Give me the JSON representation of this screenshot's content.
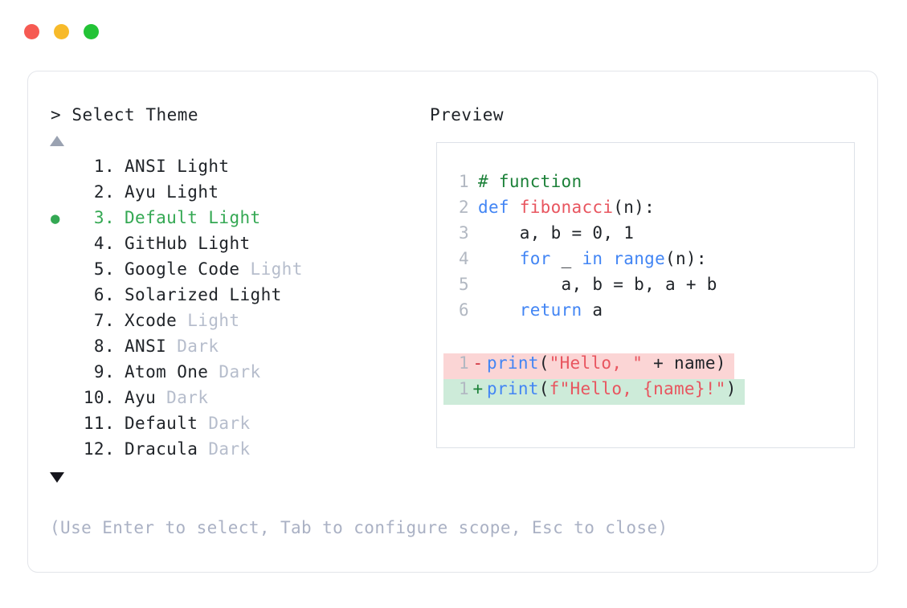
{
  "window": {
    "dots": [
      {
        "name": "close",
        "color": "#f65a52"
      },
      {
        "name": "minimize",
        "color": "#f7ba2a"
      },
      {
        "name": "maximize",
        "color": "#23c336"
      }
    ]
  },
  "prompt": {
    "caret": ">",
    "title": "Select Theme",
    "scroll_up_icon": "triangle-up-icon",
    "scroll_down_icon": "triangle-down-icon",
    "selected_index": 3,
    "selected_bullet": "●"
  },
  "themes": [
    {
      "num": "1.",
      "name": "ANSI",
      "suffix": " Light",
      "dim": false,
      "selected": false
    },
    {
      "num": "2.",
      "name": "Ayu",
      "suffix": " Light",
      "dim": false,
      "selected": false
    },
    {
      "num": "3.",
      "name": "Default",
      "suffix": " Light",
      "dim": false,
      "selected": true
    },
    {
      "num": "4.",
      "name": "GitHub",
      "suffix": " Light",
      "dim": false,
      "selected": false
    },
    {
      "num": "5.",
      "name": "Google Code",
      "suffix": " Light",
      "dim": true,
      "selected": false
    },
    {
      "num": "6.",
      "name": "Solarized",
      "suffix": " Light",
      "dim": false,
      "selected": false
    },
    {
      "num": "7.",
      "name": "Xcode",
      "suffix": " Light",
      "dim": true,
      "selected": false
    },
    {
      "num": "8.",
      "name": "ANSI",
      "suffix": " Dark",
      "dim": true,
      "selected": false
    },
    {
      "num": "9.",
      "name": "Atom One",
      "suffix": " Dark",
      "dim": true,
      "selected": false
    },
    {
      "num": "10.",
      "name": "Ayu",
      "suffix": " Dark",
      "dim": true,
      "selected": false
    },
    {
      "num": "11.",
      "name": "Default",
      "suffix": " Dark",
      "dim": true,
      "selected": false
    },
    {
      "num": "12.",
      "name": "Dracula",
      "suffix": " Dark",
      "dim": true,
      "selected": false
    }
  ],
  "footer": {
    "hint": "(Use Enter to select, Tab to configure scope, Esc to close)"
  },
  "preview": {
    "title": "Preview",
    "code_lines": [
      {
        "ln": "1",
        "tokens": [
          {
            "t": "# function",
            "c": "comment"
          }
        ]
      },
      {
        "ln": "2",
        "tokens": [
          {
            "t": "def ",
            "c": "kw"
          },
          {
            "t": "fibonacci",
            "c": "fn"
          },
          {
            "t": "(n):",
            "c": "plain"
          }
        ]
      },
      {
        "ln": "3",
        "tokens": [
          {
            "t": "    a, b = 0, 1",
            "c": "plain"
          }
        ]
      },
      {
        "ln": "4",
        "tokens": [
          {
            "t": "    ",
            "c": "plain"
          },
          {
            "t": "for",
            "c": "kw"
          },
          {
            "t": " _ ",
            "c": "plain"
          },
          {
            "t": "in",
            "c": "kw"
          },
          {
            "t": " ",
            "c": "plain"
          },
          {
            "t": "range",
            "c": "kw"
          },
          {
            "t": "(n):",
            "c": "plain"
          }
        ]
      },
      {
        "ln": "5",
        "tokens": [
          {
            "t": "        a, b = b, a + b",
            "c": "plain"
          }
        ]
      },
      {
        "ln": "6",
        "tokens": [
          {
            "t": "    ",
            "c": "plain"
          },
          {
            "t": "return",
            "c": "kw"
          },
          {
            "t": " a",
            "c": "plain"
          }
        ]
      }
    ],
    "diff_lines": [
      {
        "ln": "1",
        "marker": "-",
        "kind": "removed",
        "tokens": [
          {
            "t": "print",
            "c": "kw"
          },
          {
            "t": "(",
            "c": "plain"
          },
          {
            "t": "\"Hello, \"",
            "c": "str"
          },
          {
            "t": " + name)",
            "c": "plain"
          }
        ]
      },
      {
        "ln": "1",
        "marker": "+",
        "kind": "added",
        "tokens": [
          {
            "t": "print",
            "c": "kw"
          },
          {
            "t": "(",
            "c": "plain"
          },
          {
            "t": "f\"Hello, {name}!\"",
            "c": "str"
          },
          {
            "t": ")",
            "c": "plain"
          }
        ]
      }
    ]
  },
  "colors": {
    "accent_green": "#34a853",
    "dim_text": "#b6bdcc",
    "body_text": "#1f2328",
    "hint_text": "#aab1c4",
    "comment": "#1c8139",
    "keyword": "#4285f4",
    "function": "#e8555f",
    "string": "#e8555f",
    "diff_removed_bg": "#fbd5d5",
    "diff_added_bg": "#cdebd9"
  }
}
